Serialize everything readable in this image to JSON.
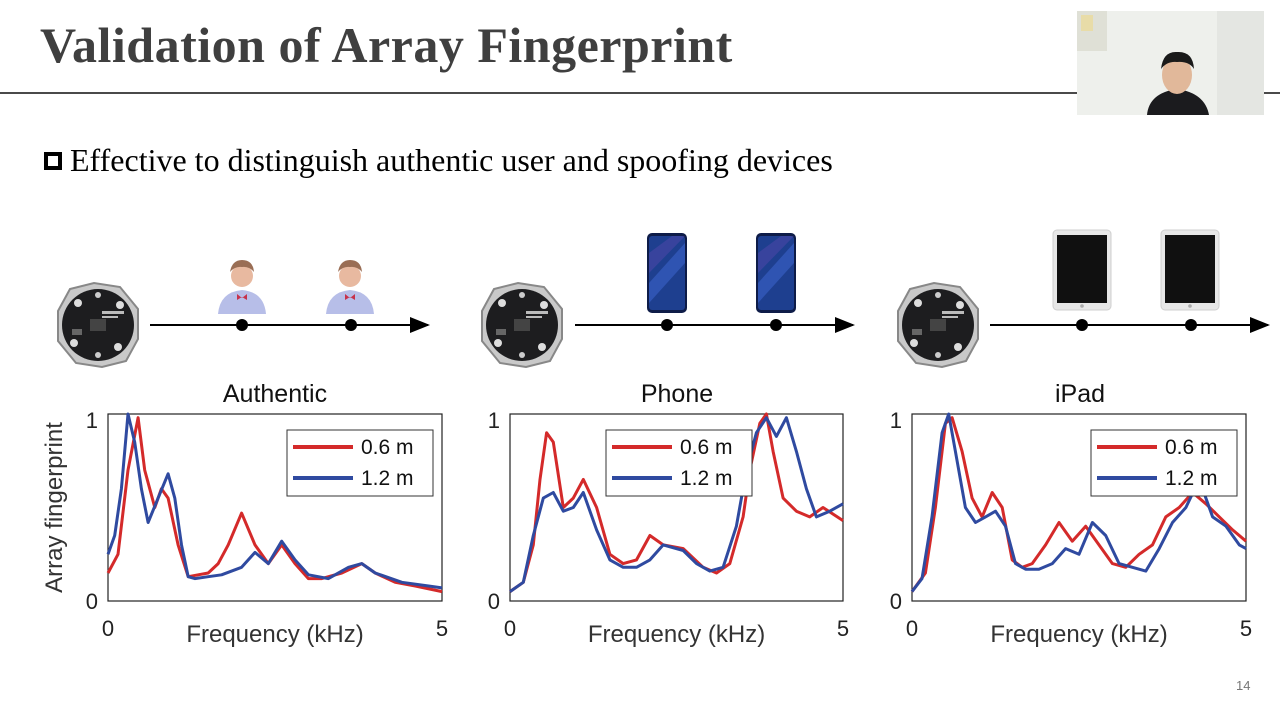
{
  "slide": {
    "title": "Validation of Array Fingerprint",
    "bullet": "Effective to distinguish authentic user and spoofing devices",
    "page_number": "14"
  },
  "scenes": [
    {
      "device": "person-icon"
    },
    {
      "device": "phone-icon"
    },
    {
      "device": "ipad-icon"
    }
  ],
  "chart_data": [
    {
      "type": "line",
      "title": "Authentic",
      "xlabel": "Frequency (kHz)",
      "ylabel": "Array fingerprint",
      "xlim": [
        0,
        5
      ],
      "ylim": [
        0,
        1
      ],
      "xticks": [
        "0",
        "5"
      ],
      "yticks": [
        "0",
        "1"
      ],
      "legend_position": "top-right",
      "series": [
        {
          "name": "0.6 m",
          "color": "#d42a2a",
          "x": [
            0,
            0.15,
            0.3,
            0.45,
            0.55,
            0.7,
            0.8,
            0.9,
            1.05,
            1.2,
            1.35,
            1.5,
            1.65,
            1.8,
            2.0,
            2.2,
            2.4,
            2.6,
            2.8,
            3.0,
            3.2,
            3.5,
            3.8,
            4.0,
            4.3,
            4.6,
            5.0
          ],
          "y": [
            0.15,
            0.25,
            0.7,
            0.98,
            0.7,
            0.5,
            0.6,
            0.55,
            0.3,
            0.13,
            0.14,
            0.15,
            0.2,
            0.3,
            0.47,
            0.3,
            0.2,
            0.3,
            0.2,
            0.12,
            0.12,
            0.15,
            0.2,
            0.15,
            0.1,
            0.08,
            0.05
          ]
        },
        {
          "name": "1.2 m",
          "color": "#2f4aa0",
          "x": [
            0,
            0.1,
            0.2,
            0.3,
            0.4,
            0.5,
            0.6,
            0.75,
            0.9,
            1.0,
            1.1,
            1.2,
            1.3,
            1.5,
            1.7,
            2.0,
            2.2,
            2.4,
            2.6,
            2.8,
            3.0,
            3.3,
            3.6,
            3.8,
            4.0,
            4.4,
            4.8,
            5.0
          ],
          "y": [
            0.25,
            0.35,
            0.6,
            1.0,
            0.85,
            0.6,
            0.42,
            0.55,
            0.68,
            0.55,
            0.3,
            0.13,
            0.12,
            0.13,
            0.14,
            0.18,
            0.26,
            0.2,
            0.32,
            0.22,
            0.14,
            0.12,
            0.18,
            0.2,
            0.15,
            0.1,
            0.08,
            0.07
          ]
        }
      ]
    },
    {
      "type": "line",
      "title": "Phone",
      "xlabel": "Frequency (kHz)",
      "ylabel": "",
      "xlim": [
        0,
        5
      ],
      "ylim": [
        0,
        1
      ],
      "xticks": [
        "0",
        "5"
      ],
      "yticks": [
        "0",
        "1"
      ],
      "legend_position": "top-left",
      "series": [
        {
          "name": "0.6 m",
          "color": "#d42a2a",
          "x": [
            0,
            0.2,
            0.35,
            0.45,
            0.55,
            0.65,
            0.8,
            0.95,
            1.1,
            1.3,
            1.5,
            1.7,
            1.9,
            2.1,
            2.3,
            2.6,
            2.9,
            3.1,
            3.3,
            3.5,
            3.6,
            3.75,
            3.85,
            3.95,
            4.1,
            4.3,
            4.5,
            4.7,
            5.0
          ],
          "y": [
            0.05,
            0.1,
            0.3,
            0.65,
            0.9,
            0.85,
            0.5,
            0.55,
            0.65,
            0.5,
            0.25,
            0.2,
            0.22,
            0.35,
            0.3,
            0.28,
            0.18,
            0.15,
            0.2,
            0.45,
            0.7,
            0.95,
            1.0,
            0.8,
            0.55,
            0.48,
            0.45,
            0.5,
            0.43
          ]
        },
        {
          "name": "1.2 m",
          "color": "#2f4aa0",
          "x": [
            0,
            0.2,
            0.35,
            0.5,
            0.65,
            0.8,
            0.95,
            1.1,
            1.3,
            1.5,
            1.7,
            1.9,
            2.1,
            2.3,
            2.6,
            2.8,
            3.0,
            3.2,
            3.4,
            3.55,
            3.7,
            3.85,
            4.0,
            4.15,
            4.3,
            4.45,
            4.6,
            4.8,
            5.0
          ],
          "y": [
            0.05,
            0.1,
            0.35,
            0.55,
            0.58,
            0.48,
            0.5,
            0.58,
            0.38,
            0.22,
            0.18,
            0.18,
            0.22,
            0.3,
            0.27,
            0.2,
            0.16,
            0.18,
            0.4,
            0.7,
            0.9,
            0.98,
            0.88,
            0.98,
            0.8,
            0.6,
            0.45,
            0.48,
            0.52
          ]
        }
      ]
    },
    {
      "type": "line",
      "title": "iPad",
      "xlabel": "Frequency (kHz)",
      "ylabel": "",
      "xlim": [
        0,
        5
      ],
      "ylim": [
        0,
        1
      ],
      "xticks": [
        "0",
        "5"
      ],
      "yticks": [
        "0",
        "1"
      ],
      "legend_position": "top-right",
      "series": [
        {
          "name": "0.6 m",
          "color": "#d42a2a",
          "x": [
            0,
            0.2,
            0.35,
            0.5,
            0.6,
            0.75,
            0.9,
            1.05,
            1.2,
            1.35,
            1.5,
            1.65,
            1.8,
            2.0,
            2.2,
            2.4,
            2.6,
            2.8,
            3.0,
            3.2,
            3.4,
            3.6,
            3.8,
            4.0,
            4.2,
            4.4,
            4.6,
            4.8,
            5.0
          ],
          "y": [
            0.05,
            0.15,
            0.5,
            0.95,
            0.98,
            0.8,
            0.55,
            0.45,
            0.58,
            0.5,
            0.22,
            0.18,
            0.2,
            0.3,
            0.42,
            0.32,
            0.4,
            0.3,
            0.2,
            0.18,
            0.25,
            0.3,
            0.45,
            0.5,
            0.58,
            0.52,
            0.45,
            0.38,
            0.32
          ]
        },
        {
          "name": "1.2 m",
          "color": "#2f4aa0",
          "x": [
            0,
            0.15,
            0.3,
            0.45,
            0.55,
            0.65,
            0.8,
            0.95,
            1.1,
            1.25,
            1.4,
            1.55,
            1.7,
            1.9,
            2.1,
            2.3,
            2.5,
            2.7,
            2.9,
            3.1,
            3.3,
            3.5,
            3.7,
            3.9,
            4.1,
            4.3,
            4.5,
            4.7,
            4.9,
            5.0
          ],
          "y": [
            0.05,
            0.12,
            0.45,
            0.9,
            1.0,
            0.8,
            0.5,
            0.42,
            0.45,
            0.48,
            0.4,
            0.2,
            0.17,
            0.17,
            0.2,
            0.28,
            0.25,
            0.42,
            0.35,
            0.2,
            0.18,
            0.16,
            0.28,
            0.42,
            0.5,
            0.65,
            0.45,
            0.4,
            0.3,
            0.28
          ]
        }
      ]
    }
  ]
}
